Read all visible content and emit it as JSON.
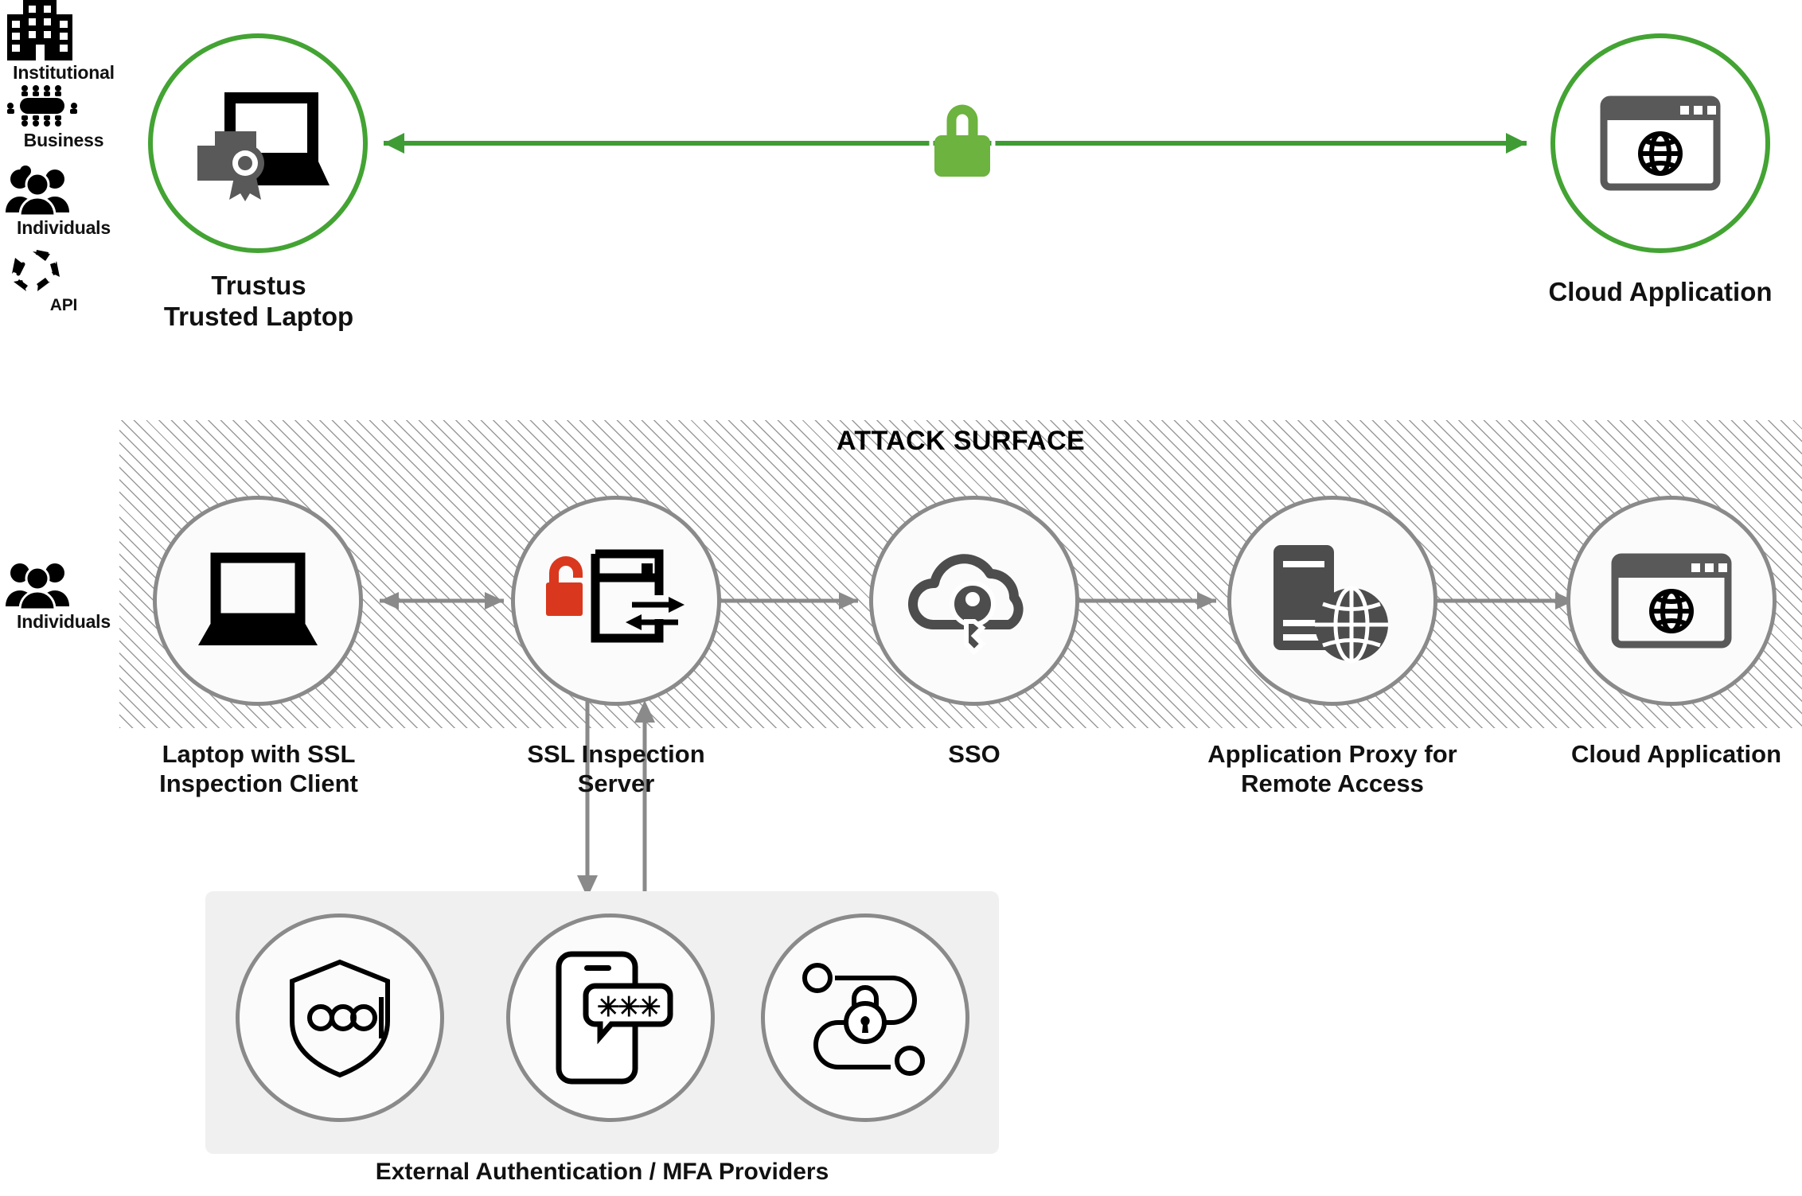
{
  "actors": {
    "items": [
      {
        "label": "Institutional",
        "icon": "office-buildings-icon"
      },
      {
        "label": "Business",
        "icon": "meeting-table-icon"
      },
      {
        "label": "Individuals",
        "icon": "people-group-icon"
      },
      {
        "label": "API",
        "icon": "api-cycle-arrows-icon"
      }
    ],
    "attack_surface_actor": {
      "label": "Individuals",
      "icon": "people-group-icon"
    }
  },
  "trusted_flow": {
    "source": {
      "label_line1": "Trustus",
      "label_line2": "Trusted Laptop",
      "icon": "laptop-certificate-icon"
    },
    "link_icon": "green-closed-padlock-icon",
    "target": {
      "label_line1": "Cloud Application",
      "label_line2": "",
      "icon": "browser-globe-icon"
    }
  },
  "attack_surface": {
    "title": "ATTACK SURFACE",
    "nodes": [
      {
        "id": "laptop-ssl-client",
        "label_line1": "Laptop with SSL",
        "label_line2": "Inspection Client",
        "icon": "laptop-icon"
      },
      {
        "id": "ssl-inspection-server",
        "label_line1": "SSL Inspection",
        "label_line2": "Server",
        "icon": "server-open-padlock-exchange-icon"
      },
      {
        "id": "sso",
        "label_line1": "SSO",
        "label_line2": "",
        "icon": "cloud-key-icon"
      },
      {
        "id": "application-proxy",
        "label_line1": "Application Proxy for",
        "label_line2": "Remote Access",
        "icon": "server-globe-icon"
      },
      {
        "id": "cloud-application",
        "label_line1": "Cloud Application",
        "label_line2": "",
        "icon": "browser-globe-icon"
      }
    ]
  },
  "mfa": {
    "caption": "External Authentication / MFA Providers",
    "providers": [
      {
        "id": "password-shield",
        "icon": "shield-password-icon"
      },
      {
        "id": "mobile-otp",
        "icon": "phone-otp-bubble-icon"
      },
      {
        "id": "secure-path",
        "icon": "path-padlock-icon"
      }
    ]
  },
  "colors": {
    "trusted_green": "#3f9c35",
    "padlock_green": "#6cb33f",
    "alert_red": "#da3b1f",
    "arrow_grey": "#8a8a8a",
    "icon_dark": "#4d4d4d",
    "panel_grey": "#f0f0f0"
  }
}
